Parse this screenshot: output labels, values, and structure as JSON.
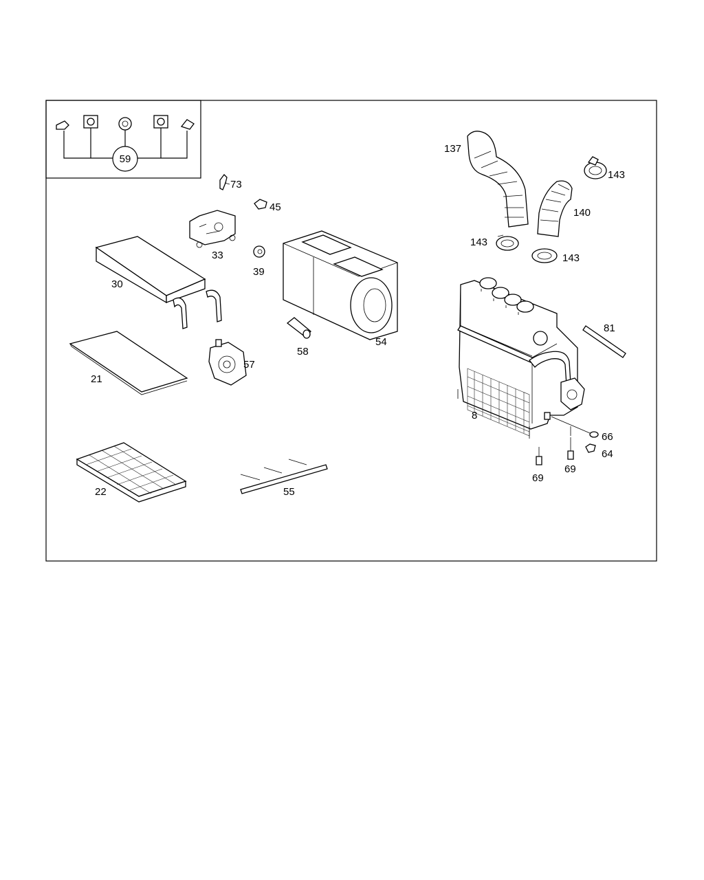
{
  "labels": {
    "p59": "59",
    "p73": "73",
    "p45": "45",
    "p33": "33",
    "p39": "39",
    "p30": "30",
    "p21": "21",
    "p57": "57",
    "p58": "58",
    "p54": "54",
    "p22": "22",
    "p55": "55",
    "p137": "137",
    "p143a": "143",
    "p140": "140",
    "p143b": "143",
    "p143c": "143",
    "p81": "81",
    "p8": "8",
    "p66": "66",
    "p64": "64",
    "p69a": "69",
    "p69b": "69"
  }
}
